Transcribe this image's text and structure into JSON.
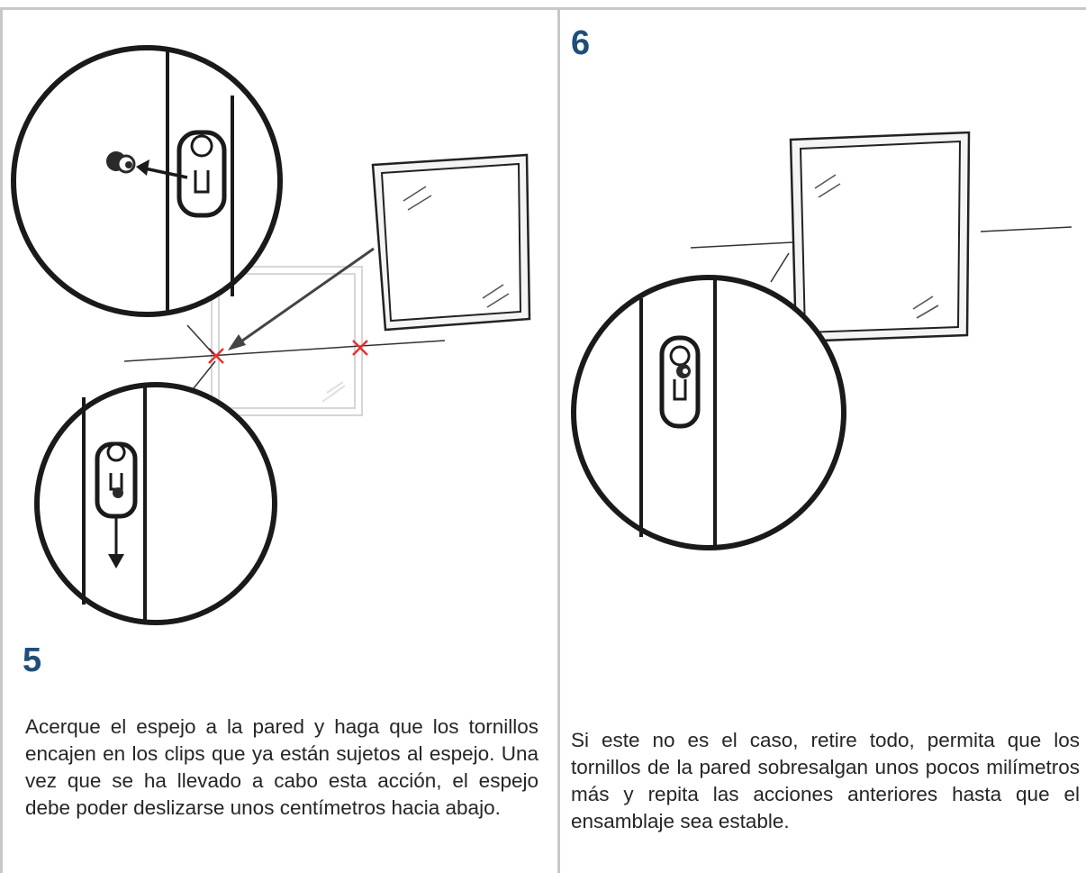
{
  "steps": [
    {
      "number": "5",
      "text": "Acerque el espejo a la pared y haga que los tornillos encajen en los clips que ya están sujetos al espejo. Una vez que se ha llevado a cabo esta acción, el espejo debe poder deslizarse unos centímetros hacia abajo."
    },
    {
      "number": "6",
      "text": "Si este no es el caso, retire todo, permita que los tornillos de la pared sobresalgan unos pocos milímetros más y repita las acciones anteriores hasta que el ensamblaje sea estable."
    }
  ],
  "colors": {
    "step_number": "#1f4e79",
    "mark_red": "#e8312f",
    "border": "#c8c8c8"
  }
}
